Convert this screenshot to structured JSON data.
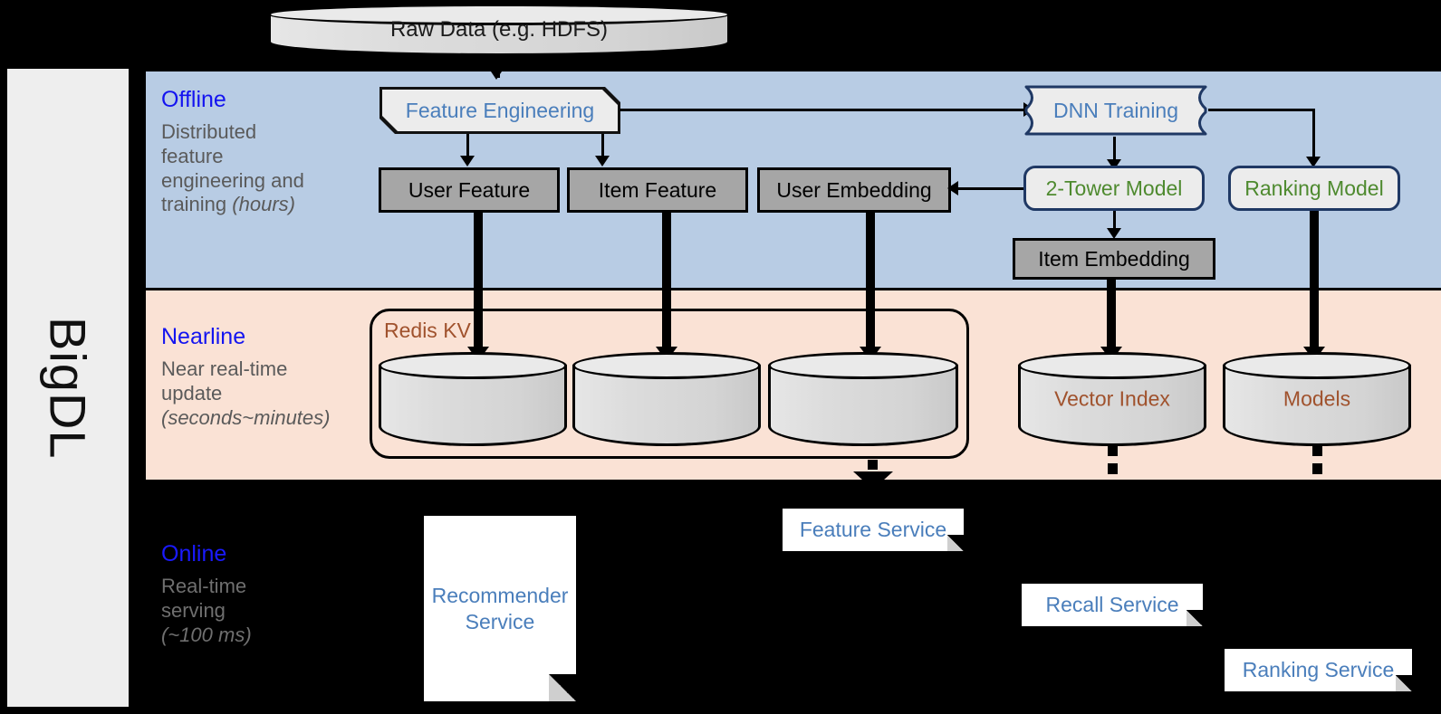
{
  "brand": {
    "label": "BigDL"
  },
  "source": {
    "label": "Raw Data (e.g. HDFS)"
  },
  "bands": [
    {
      "id": "offline",
      "title": "Offline",
      "description_lines": [
        "Distributed",
        "feature",
        "engineering and",
        "training "
      ],
      "description_italic": "(hours)",
      "bg_color": "#b8cce4"
    },
    {
      "id": "nearline",
      "title": "Nearline",
      "description_lines": [
        "Near real-time",
        "update "
      ],
      "description_italic": "(seconds~minutes)",
      "bg_color": "#fae2d5"
    },
    {
      "id": "online",
      "title": "Online",
      "description_lines": [
        "Real-time",
        "serving "
      ],
      "description_italic": "(~100 ms)",
      "bg_color": "#000000"
    }
  ],
  "offline_nodes": {
    "feature_engineering": "Feature Engineering",
    "dnn_training": "DNN Training",
    "user_feature": "User Feature",
    "item_feature": "Item Feature",
    "user_embedding": "User Embedding",
    "two_tower_model": "2-Tower Model",
    "ranking_model": "Ranking Model",
    "item_embedding": "Item Embedding"
  },
  "nearline_nodes": {
    "redis_group_label": "Redis KV",
    "store_user_feature": "",
    "store_item_feature": "",
    "store_user_embedding": "",
    "vector_index": "Vector Index",
    "models": "Models"
  },
  "online_nodes": {
    "recommender_service": "Recommender Service",
    "feature_service": "Feature Service",
    "recall_service": "Recall Service",
    "ranking_service": "Ranking Service"
  },
  "colors": {
    "band_title": "#1414f0",
    "band_desc": "#5a5a5a",
    "offline_bg": "#b8cce4",
    "nearline_bg": "#fae2d5",
    "online_bg": "#000000",
    "gray_box": "#a6a6a6",
    "process_box": "#ececec",
    "blue_text": "#4a7ebb",
    "green_text": "#4e8a2f",
    "brown_text": "#a0522d",
    "sidebar_bg": "#eeeeee"
  }
}
